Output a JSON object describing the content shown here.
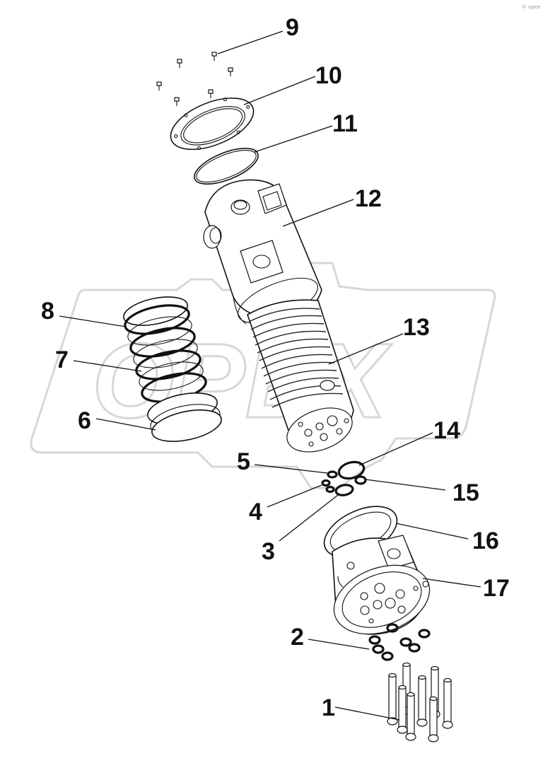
{
  "watermark": {
    "text": "OPEX",
    "color": "#d7d7d7"
  },
  "corner_mark": "© opex",
  "callouts": [
    {
      "num": "1"
    },
    {
      "num": "2"
    },
    {
      "num": "3"
    },
    {
      "num": "4"
    },
    {
      "num": "5"
    },
    {
      "num": "6"
    },
    {
      "num": "7"
    },
    {
      "num": "8"
    },
    {
      "num": "9"
    },
    {
      "num": "10"
    },
    {
      "num": "11"
    },
    {
      "num": "12"
    },
    {
      "num": "13"
    },
    {
      "num": "14"
    },
    {
      "num": "15"
    },
    {
      "num": "16"
    },
    {
      "num": "17"
    }
  ],
  "colors": {
    "line": "#111111",
    "background": "#ffffff"
  }
}
